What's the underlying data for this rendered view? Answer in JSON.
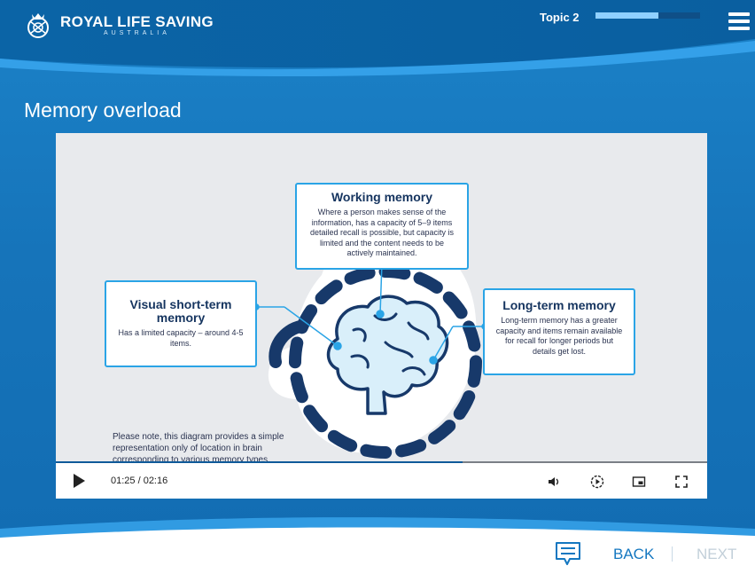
{
  "brand": {
    "title": "ROYAL LIFE SAVING",
    "subtitle": "AUSTRALIA"
  },
  "header": {
    "topic_label": "Topic 2",
    "progress_fraction": 0.6
  },
  "page_title": "Memory overload",
  "video": {
    "boxes": {
      "working": {
        "title": "Working memory",
        "text": "Where a person makes sense of the information, has a capacity of 5–9 items detailed recall is possible, but capacity is limited and the content needs to be actively maintained."
      },
      "visual": {
        "title": "Visual short-term memory",
        "text": "Has a limited capacity – around 4-5 items."
      },
      "longterm": {
        "title": "Long-term memory",
        "text": "Long-term memory has a greater capacity and items remain available for recall for longer periods but details get lost."
      }
    },
    "note": "Please note, this diagram provides a simple representation only of location in brain corresponding to various memory types.",
    "current_time": "01:25 / 02:16",
    "played_fraction": 0.625,
    "icons": [
      "play-icon",
      "volume-icon",
      "speed-icon",
      "picture-in-picture-icon",
      "fullscreen-icon"
    ]
  },
  "footer": {
    "back_label": "BACK",
    "next_label": "NEXT",
    "notes_icon": "notes-icon"
  },
  "colors": {
    "accent": "#1477c0",
    "box_border": "#2aa4e6",
    "dark_navy": "#15345f"
  }
}
